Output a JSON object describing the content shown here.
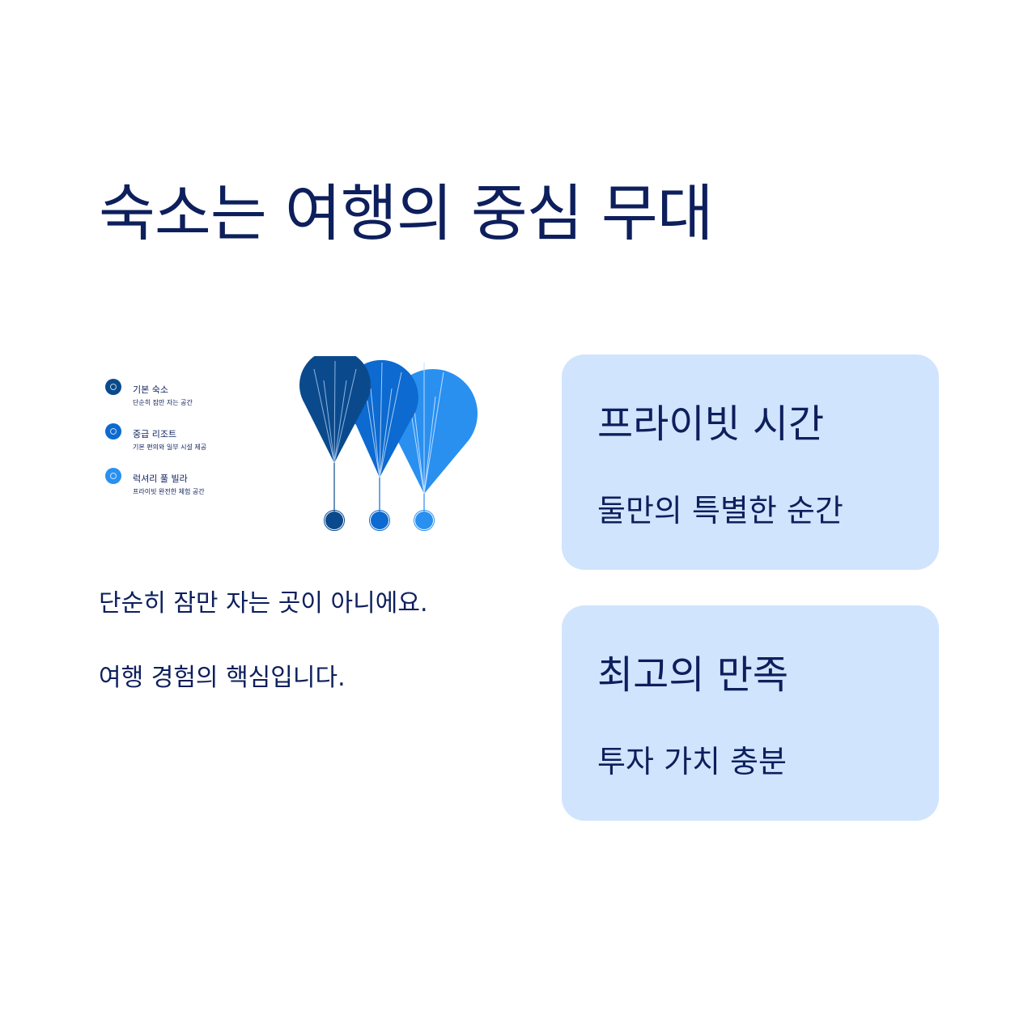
{
  "title": "숙소는 여행의 중심 무대",
  "legend": [
    {
      "name": "기본 숙소",
      "desc": "단순히 잠만 자는 공간",
      "color": "#0a4a8c"
    },
    {
      "name": "중급 리조트",
      "desc": "기본 편의와 일부 시설 제공",
      "color": "#0c6ad0"
    },
    {
      "name": "럭셔리 풀 빌라",
      "desc": "프라이빗 완전한 체험 공간",
      "color": "#2990f0"
    }
  ],
  "description": {
    "line1": "단순히 잠만 자는 곳이 아니에요.",
    "line2": "여행 경험의 핵심입니다."
  },
  "cards": [
    {
      "title": "프라이빗 시간",
      "subtitle": "둘만의 특별한 순간"
    },
    {
      "title": "최고의 만족",
      "subtitle": "투자 가치 충분"
    }
  ],
  "colors": {
    "text": "#0d1f5c",
    "card_bg": "#d0e4fd",
    "balloon_dark": "#0a4a8c",
    "balloon_mid": "#0c6ad0",
    "balloon_light": "#2990f0"
  }
}
